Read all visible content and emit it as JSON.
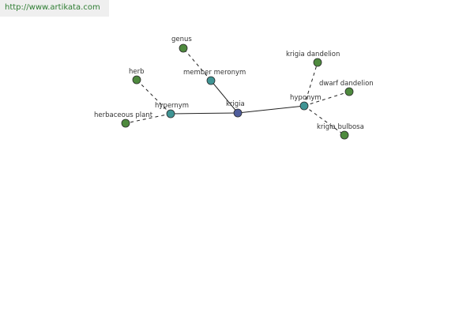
{
  "site": {
    "url": "http://www.artikata.com"
  },
  "colors": {
    "center": "#4f5d9b",
    "relation": "#3f9494",
    "term": "#4e8a3e",
    "edge": "#222222"
  },
  "graph": {
    "nodes": [
      {
        "id": "krigia",
        "label": "krigia",
        "kind": "center"
      },
      {
        "id": "hypernym",
        "label": "hypernym",
        "kind": "relation"
      },
      {
        "id": "member_meronym",
        "label": "member meronym",
        "kind": "relation"
      },
      {
        "id": "hyponym",
        "label": "hyponym",
        "kind": "relation"
      },
      {
        "id": "herb",
        "label": "herb",
        "kind": "term"
      },
      {
        "id": "herbaceous_plant",
        "label": "herbaceous plant",
        "kind": "term"
      },
      {
        "id": "genus",
        "label": "genus",
        "kind": "term"
      },
      {
        "id": "krigia_dandelion",
        "label": "krigia dandelion",
        "kind": "term"
      },
      {
        "id": "dwarf_dandelion",
        "label": "dwarf dandelion",
        "kind": "term"
      },
      {
        "id": "krigia_bulbosa",
        "label": "krigia bulbosa",
        "kind": "term"
      }
    ],
    "edges": [
      {
        "from": "krigia",
        "to": "hypernym",
        "style": "solid"
      },
      {
        "from": "krigia",
        "to": "member_meronym",
        "style": "solid"
      },
      {
        "from": "krigia",
        "to": "hyponym",
        "style": "solid"
      },
      {
        "from": "hypernym",
        "to": "herb",
        "style": "dashed"
      },
      {
        "from": "hypernym",
        "to": "herbaceous_plant",
        "style": "dashed"
      },
      {
        "from": "member_meronym",
        "to": "genus",
        "style": "dashed"
      },
      {
        "from": "hyponym",
        "to": "krigia_dandelion",
        "style": "dashed"
      },
      {
        "from": "hyponym",
        "to": "dwarf_dandelion",
        "style": "dashed"
      },
      {
        "from": "hyponym",
        "to": "krigia_bulbosa",
        "style": "dashed"
      }
    ]
  }
}
